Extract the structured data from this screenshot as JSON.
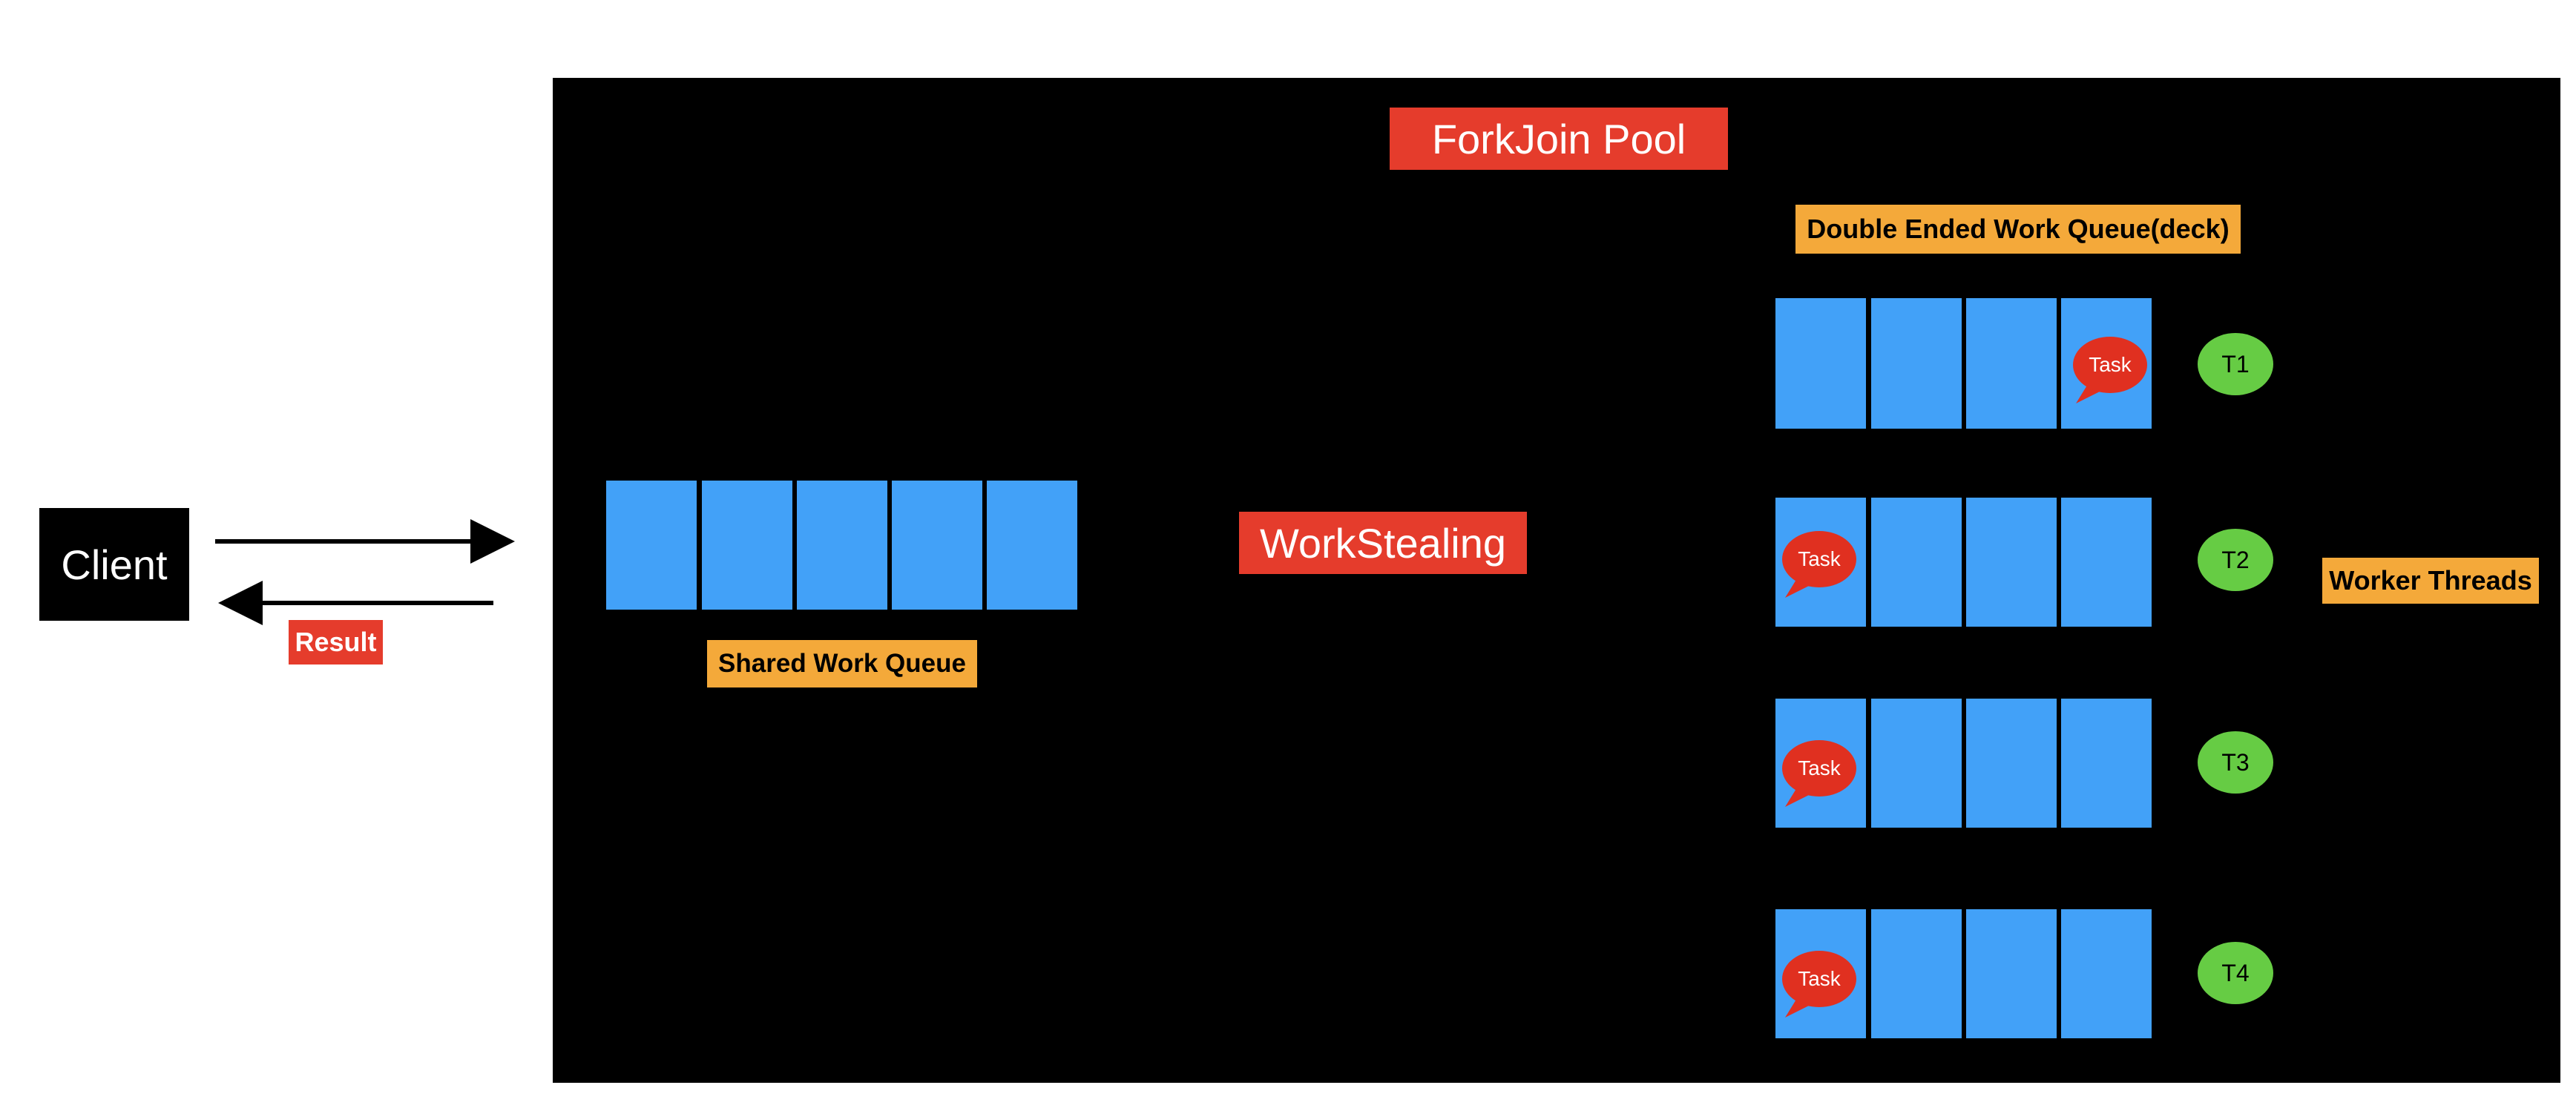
{
  "client": {
    "label": "Client"
  },
  "result": {
    "label": "Result"
  },
  "pool": {
    "title": "ForkJoin Pool"
  },
  "work_stealing": {
    "label": "WorkStealing"
  },
  "shared_queue": {
    "label": "Shared Work Queue",
    "slot_count": 5
  },
  "deque": {
    "label": "Double Ended Work Queue(deck)",
    "slots_per_queue": 4
  },
  "worker_threads": {
    "label": "Worker Threads"
  },
  "threads": [
    {
      "name": "T1",
      "task_label": "Task",
      "task_slot": 4
    },
    {
      "name": "T2",
      "task_label": "Task",
      "task_slot": 1
    },
    {
      "name": "T3",
      "task_label": "Task",
      "task_slot": 1
    },
    {
      "name": "T4",
      "task_label": "Task",
      "task_slot": 1
    }
  ],
  "colors": {
    "panel": "#000000",
    "slot": "#42a1f8",
    "red_label": "#e53c2c",
    "orange_label": "#f4a93a",
    "thread": "#66cc44"
  }
}
